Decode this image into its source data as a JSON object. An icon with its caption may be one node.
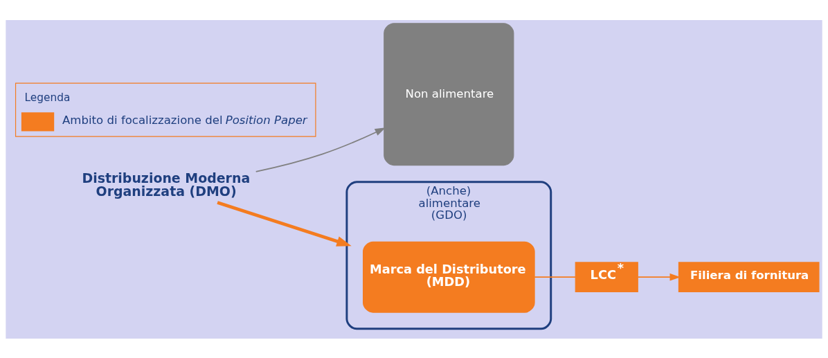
{
  "diagram": {
    "nodes": [
      {
        "text": [
          "Distribuzione Moderna Organizzata (DMO)"
        ]
      },
      {
        "text": [
          "Non alimentare"
        ]
      },
      {
        "text": [
          "(Anche) alimentare (GDO)"
        ]
      },
      {
        "text": [
          "Marca del Distributore (MDD)"
        ],
        "in": 2
      },
      {
        "text": [
          "LCC$^{*}$"
        ]
      },
      {
        "text": [
          "Filiera di fornitura"
        ]
      }
    ],
    "edges": [
      {
        "from": 0,
        "to": 1,
        "arrow": "to",
        "color": "#808080"
      },
      {
        "from": 0,
        "to": 2,
        "arrow": "to",
        "style": "thick"
      },
      {
        "from": 3,
        "to": 4,
        "arrow": "none"
      },
      {
        "from": 4,
        "to": 5,
        "arrow": "to"
      }
    ],
    "labels": [
      "Legenda"
    ],
    "legend": [
      {
        "text": "Ambito di focalizzazione del *Position Paper*",
        "color": "#f47c20"
      }
    ]
  }
}
